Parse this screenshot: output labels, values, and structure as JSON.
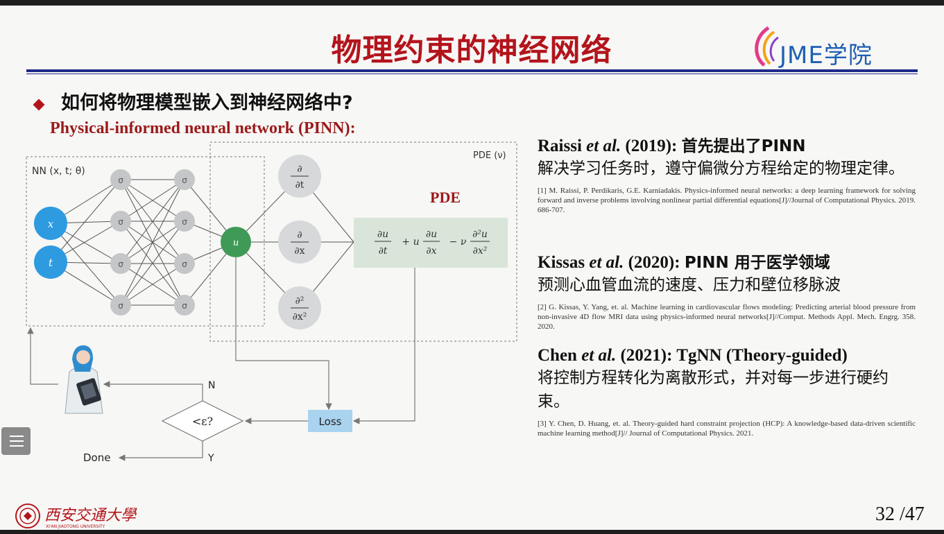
{
  "slide": {
    "title": "物理约束的神经网络",
    "logo_text": "JME学院",
    "question": "如何将物理模型嵌入到神经网络中?",
    "pinn_label": "Physical-informed neural network (PINN):",
    "page": "32 /47",
    "university_name": "西安交通大學",
    "university_en": "XI'AN JIAOTONG UNIVERSITY"
  },
  "diagram": {
    "nn_label": "NN (x, t; θ)",
    "pde_box_label": "PDE (ν)",
    "pde_title": "PDE",
    "input_x": "x",
    "input_t": "t",
    "sigma": "σ",
    "output_u": "u",
    "deriv_t_top": "∂",
    "deriv_t_bottom": "∂t",
    "deriv_x_top": "∂",
    "deriv_x_bottom": "∂x",
    "deriv_xx_top": "∂²",
    "deriv_xx_bottom": "∂x²",
    "eq_term1_top": "∂u",
    "eq_term1_bottom": "∂t",
    "eq_plus_u": "+ u",
    "eq_term2_top": "∂u",
    "eq_term2_bottom": "∂x",
    "eq_minus_nu": "− ν",
    "eq_term3_top": "∂²u",
    "eq_term3_bottom": "∂x²",
    "loss_label": "Loss",
    "decision_label": "<ε?",
    "branch_n": "N",
    "branch_y": "Y",
    "done_label": "Done"
  },
  "refs": [
    {
      "author": "Raissi",
      "etal": "et al.",
      "year": "(2019):",
      "headline": "首先提出了PINN",
      "body": "解决学习任务时，遵守偏微分方程给定的物理定律。",
      "citation": "[1] M. Raissi, P. Perdikaris, G.E. Karniadakis. Physics-informed neural networks: a deep learning framework for solving forward and inverse problems involving nonlinear partial differential equations[J]//Journal of Computational Physics. 2019. 686-707."
    },
    {
      "author": "Kissas",
      "etal": "et al.",
      "year": "(2020):",
      "headline": "PINN 用于医学领域",
      "body": "预测心血管血流的速度、压力和壁位移脉波",
      "citation": "[2] G. Kissas, Y. Yang, et. al. Machine learning in cardiovascular flows modeling: Predicting arterial blood pressure from non-invasive 4D flow MRI data using physics-informed neural networks[J]//Comput. Methods Appl. Mech. Engrg. 358. 2020."
    },
    {
      "author": "Chen",
      "etal": "et al.",
      "year": "(2021):",
      "headline": "TgNN (Theory-guided)",
      "body": "将控制方程转化为离散形式，并对每一步进行硬约束。",
      "citation": "[3] Y. Chen, D. Huang, et. al. Theory-guided hard constraint projection (HCP): A knowledge-based data-driven scientific machine learning method[J]// Journal of Computational Physics. 2021."
    }
  ],
  "colors": {
    "title_red": "#b3141c",
    "rule_blue": "#1f2a8a",
    "input_blue": "#2e9be0",
    "output_green": "#3f9a57",
    "sigma_gray": "#c4c6c8",
    "eq_box_green": "#d9e5d9",
    "loss_blue": "#a9d3ef"
  }
}
